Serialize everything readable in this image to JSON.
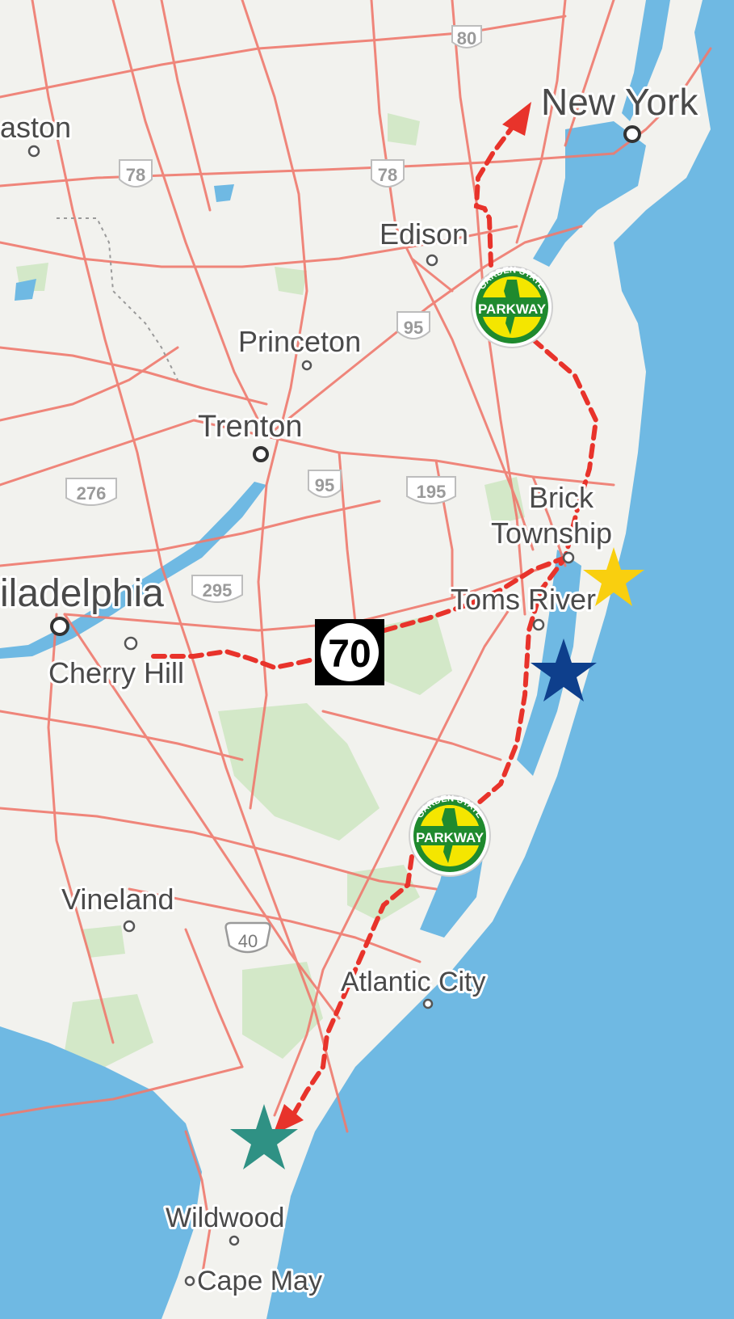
{
  "cities": {
    "new_york": "New York",
    "easton": "aston",
    "edison": "Edison",
    "princeton": "Princeton",
    "trenton": "Trenton",
    "brick_line1": "Brick",
    "brick_line2": "Township",
    "toms_river": "Toms River",
    "philadelphia": "iladelphia",
    "cherry_hill": "Cherry Hill",
    "vineland": "Vineland",
    "atlantic_city": "Atlantic City",
    "wildwood": "Wildwood",
    "cape_may": "Cape May"
  },
  "shields": {
    "i80": "80",
    "i78_west": "78",
    "i78_east": "78",
    "i95_north": "95",
    "i95_south": "95",
    "i195": "195",
    "i276": "276",
    "i295": "295",
    "us40": "40"
  },
  "route_70": "70",
  "parkway": {
    "label": "PARKWAY",
    "arc": "GARDEN STATE"
  },
  "colors": {
    "water": "#6fb9e3",
    "land": "#f2f2ee",
    "road": "#ef7a6e",
    "park": "#cfe5c4",
    "route": "#e8332b",
    "star_yellow": "#f9cf0f",
    "star_navy": "#0e3f8c",
    "star_teal": "#2f9184",
    "parkway_green": "#1f8a2e",
    "parkway_yellow": "#f4e600"
  },
  "markers": [
    "star-yellow",
    "star-navy",
    "star-teal"
  ]
}
